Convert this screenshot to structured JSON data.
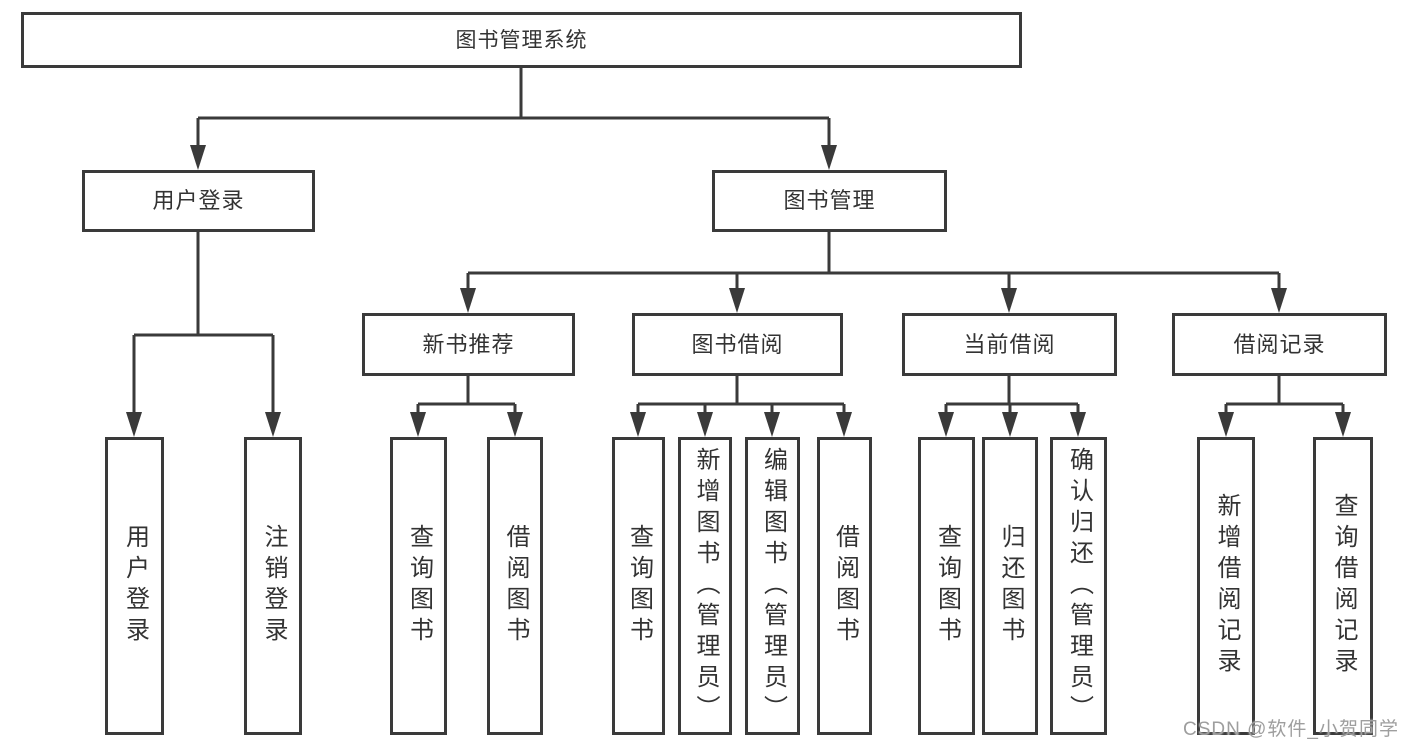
{
  "diagram": {
    "type": "hierarchy-tree",
    "title": "图书管理系统",
    "root": {
      "label": "图书管理系统"
    },
    "level2": [
      {
        "label": "用户登录",
        "children": [
          "用户登录",
          "注销登录"
        ]
      },
      {
        "label": "图书管理",
        "children": [
          "新书推荐",
          "图书借阅",
          "当前借阅",
          "借阅记录"
        ]
      }
    ],
    "level3": [
      {
        "label": "新书推荐",
        "children": [
          "查询图书",
          "借阅图书"
        ]
      },
      {
        "label": "图书借阅",
        "children": [
          "查询图书",
          "新增图书（管理员）",
          "编辑图书（管理员）",
          "借阅图书"
        ]
      },
      {
        "label": "当前借阅",
        "children": [
          "查询图书",
          "归还图书",
          "确认归还（管理员）"
        ]
      },
      {
        "label": "借阅记录",
        "children": [
          "新增借阅记录",
          "查询借阅记录"
        ]
      }
    ],
    "leaves": [
      {
        "label": "用户登录",
        "parent": "用户登录"
      },
      {
        "label": "注销登录",
        "parent": "用户登录"
      },
      {
        "label": "查询图书",
        "parent": "新书推荐"
      },
      {
        "label": "借阅图书",
        "parent": "新书推荐"
      },
      {
        "label": "查询图书",
        "parent": "图书借阅"
      },
      {
        "label": "新增图书（管理员）",
        "parent": "图书借阅"
      },
      {
        "label": "编辑图书（管理员）",
        "parent": "图书借阅"
      },
      {
        "label": "借阅图书",
        "parent": "图书借阅"
      },
      {
        "label": "查询图书",
        "parent": "当前借阅"
      },
      {
        "label": "归还图书",
        "parent": "当前借阅"
      },
      {
        "label": "确认归还（管理员）",
        "parent": "当前借阅"
      },
      {
        "label": "新增借阅记录",
        "parent": "借阅记录"
      },
      {
        "label": "查询借阅记录",
        "parent": "借阅记录"
      }
    ]
  },
  "watermark": {
    "text": "CSDN @软件_小贺同学"
  },
  "colors": {
    "line": "#3a3a3a",
    "box_border": "#3a3a3a",
    "text": "#333333",
    "background": "#ffffff",
    "watermark": "#9e9e9e"
  }
}
